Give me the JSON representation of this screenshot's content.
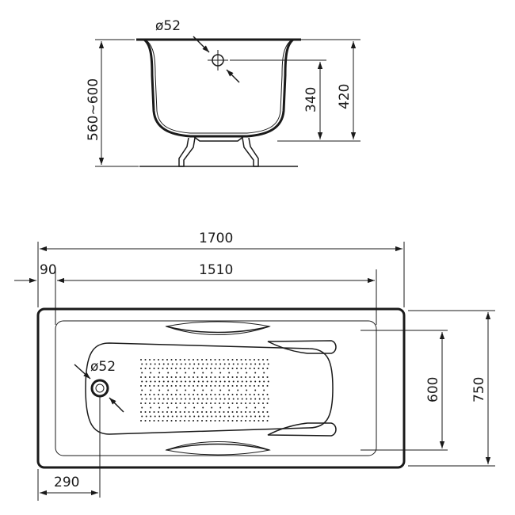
{
  "side_view": {
    "drain_diameter": "ø52",
    "total_height": "560~600",
    "drain_height": "340",
    "tub_height": "420"
  },
  "top_view": {
    "overall_length": "1700",
    "offset": "90",
    "inner_length": "1510",
    "drain_diameter": "ø52",
    "inner_width": "600",
    "overall_width": "750",
    "drain_offset": "290"
  }
}
